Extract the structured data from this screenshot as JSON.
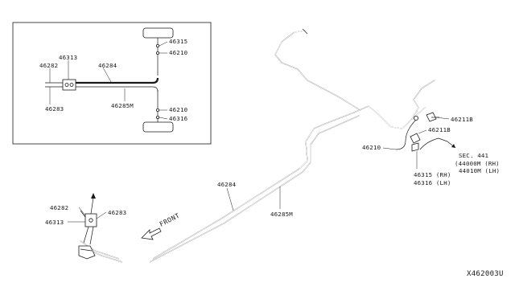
{
  "inset": {
    "labels": {
      "hose_front_right": "46315",
      "joint_front_right": "46210",
      "connector_left": "46313",
      "tube_left_upper": "46282",
      "tube_main_upper": "46284",
      "tube_left_lower": "46283",
      "tube_main_lower": "46285M",
      "joint_rear_right": "46210",
      "hose_rear_right": "46316"
    }
  },
  "main": {
    "labels": {
      "bracket_upper": "46211B",
      "bracket_lower": "46211B",
      "hose_joint": "46210",
      "sec_ref": "SEC. 441",
      "sec_part_rh": "(44000M (RH)",
      "sec_part_lh": "44010M (LH)",
      "hose_rh": "46315 (RH)",
      "hose_lh": "46316 (LH)",
      "tube_upper": "46284",
      "tube_lower": "46285M",
      "rear_tube_a": "46282",
      "rear_tube_b": "46283",
      "rear_connector": "46313"
    },
    "front_label": "FRONT"
  },
  "diagram_code": "X462003U"
}
